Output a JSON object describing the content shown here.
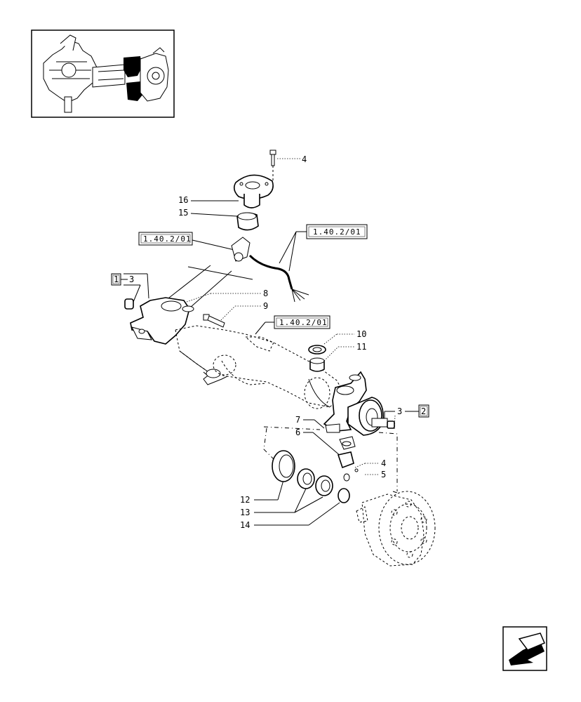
{
  "callouts": {
    "c1": "1",
    "c2": "2",
    "c3a": "3",
    "c3b": "3",
    "c4a": "4",
    "c4b": "4",
    "c5": "5",
    "c6": "6",
    "c7": "7",
    "c8": "8",
    "c9": "9",
    "c10": "10",
    "c11": "11",
    "c12": "12",
    "c13": "13",
    "c14": "14",
    "c15": "15",
    "c16": "16"
  },
  "references": {
    "ref_left": "1.40.2/01",
    "ref_right_top": "1.40.2/01",
    "ref_center": "1.40.2/01"
  },
  "icons": {
    "thumbnail": "axle-assembly-thumbnail",
    "nav": "previous-page-arrow-icon"
  }
}
